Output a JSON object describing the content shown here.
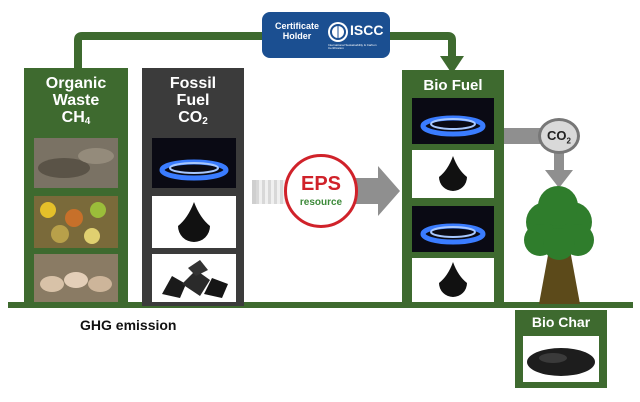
{
  "certificate": {
    "holder_label": "Certificate\nHolder",
    "brand": "ISCC",
    "small_text": "International Sustainability & Carbon Certification"
  },
  "organic": {
    "line1": "Organic",
    "line2": "Waste",
    "formula_main": "CH",
    "formula_sub": "4"
  },
  "fossil": {
    "line1": "Fossil",
    "line2": "Fuel",
    "formula_main": "CO",
    "formula_sub": "2"
  },
  "eps": {
    "main": "EPS",
    "sub": "resource"
  },
  "biofuel": {
    "title": "Bio Fuel"
  },
  "co2_bubble": {
    "main": "CO",
    "sub": "2"
  },
  "biochar": {
    "title": "Bio Char"
  },
  "ghg": {
    "label": "GHG emission"
  },
  "colors": {
    "green": "#3e6a2f",
    "dark": "#3b3b3b",
    "certificate_blue": "#1b4f91",
    "eps_red": "#d0222a",
    "eps_green": "#3d8a3a",
    "grey_arrow": "#8f8f8f"
  }
}
